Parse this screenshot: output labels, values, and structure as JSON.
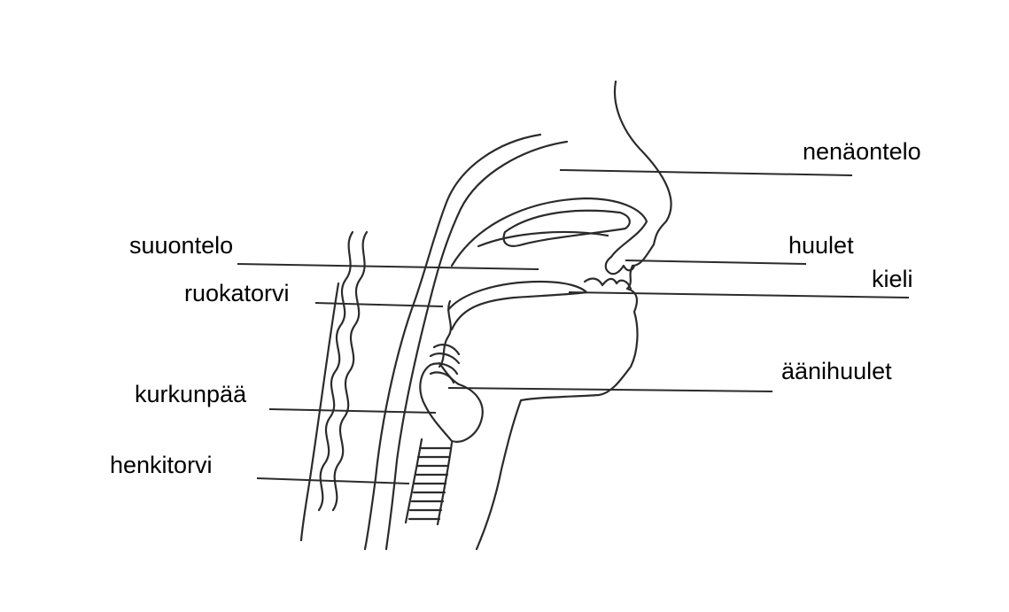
{
  "diagram": {
    "labels": {
      "nenaontelo": "nenäontelo",
      "suuontelo": "suuontelo",
      "huulet": "huulet",
      "kieli": "kieli",
      "ruokatorvi": "ruokatorvi",
      "aanihuulet": "äänihuulet",
      "kurkunpaa": "kurkunpää",
      "henkitorvi": "henkitorvi"
    },
    "colors": {
      "line": "#2b2b2b",
      "background": "#ffffff",
      "text": "#000000"
    }
  }
}
